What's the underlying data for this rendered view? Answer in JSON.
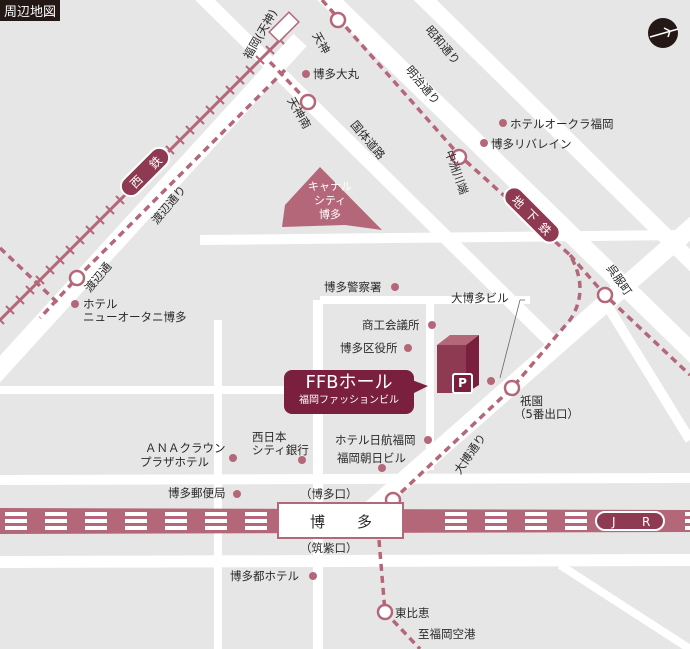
{
  "title": "周辺地図",
  "colors": {
    "accent": "#b5677a",
    "dark": "#7a1f3d",
    "road": "#ffffff",
    "ground": "#e6e6e6"
  },
  "venue": {
    "name": "FFBホール",
    "sub": "福岡ファッションビル",
    "parking": "P"
  },
  "lines": {
    "nishitetsu": [
      "西",
      "鉄"
    ],
    "subway": [
      "地",
      "下",
      "鉄"
    ],
    "jr": [
      "J",
      "R"
    ]
  },
  "station_main": {
    "name": [
      "博",
      "多"
    ],
    "north_exit": "（博多口）",
    "south_exit": "（筑紫口）"
  },
  "stations": {
    "tenjin": "天神",
    "tenjinminami": "天神南",
    "fukuoka_tenjin": "福岡(天神)",
    "nakasu": "中洲川端",
    "gofukumachi": "呉服町",
    "gion": "祇園",
    "gion_exit": "（5番出口）",
    "watanabe": "渡辺通",
    "higashihie": "東比恵",
    "to_airport": "至福岡空港"
  },
  "roads": {
    "showa": "昭和通り",
    "meiji": "明治通り",
    "kokutai": "国体道路",
    "watanabe": "渡辺通り",
    "taihaku": "大博通り"
  },
  "landmarks": {
    "canal": [
      "キャナル",
      "シティ",
      "博多"
    ],
    "daimaru": "博多大丸",
    "okura": "ホテルオークラ福岡",
    "riverain": "博多リバレイン",
    "police": "博多警察署",
    "daihakata": "大博多ビル",
    "chamber": "商工会議所",
    "ward": "博多区役所",
    "nikko": "ホテル日航福岡",
    "asahi": "福岡朝日ビル",
    "nishinihon": [
      "西日本",
      "シティ銀行"
    ],
    "ana": [
      "ＡＮＡクラウン",
      "プラザホテル"
    ],
    "post": "博多郵便局",
    "miyako": "博多都ホテル",
    "newotani": [
      "ホテル",
      "ニューオータニ博多"
    ]
  }
}
